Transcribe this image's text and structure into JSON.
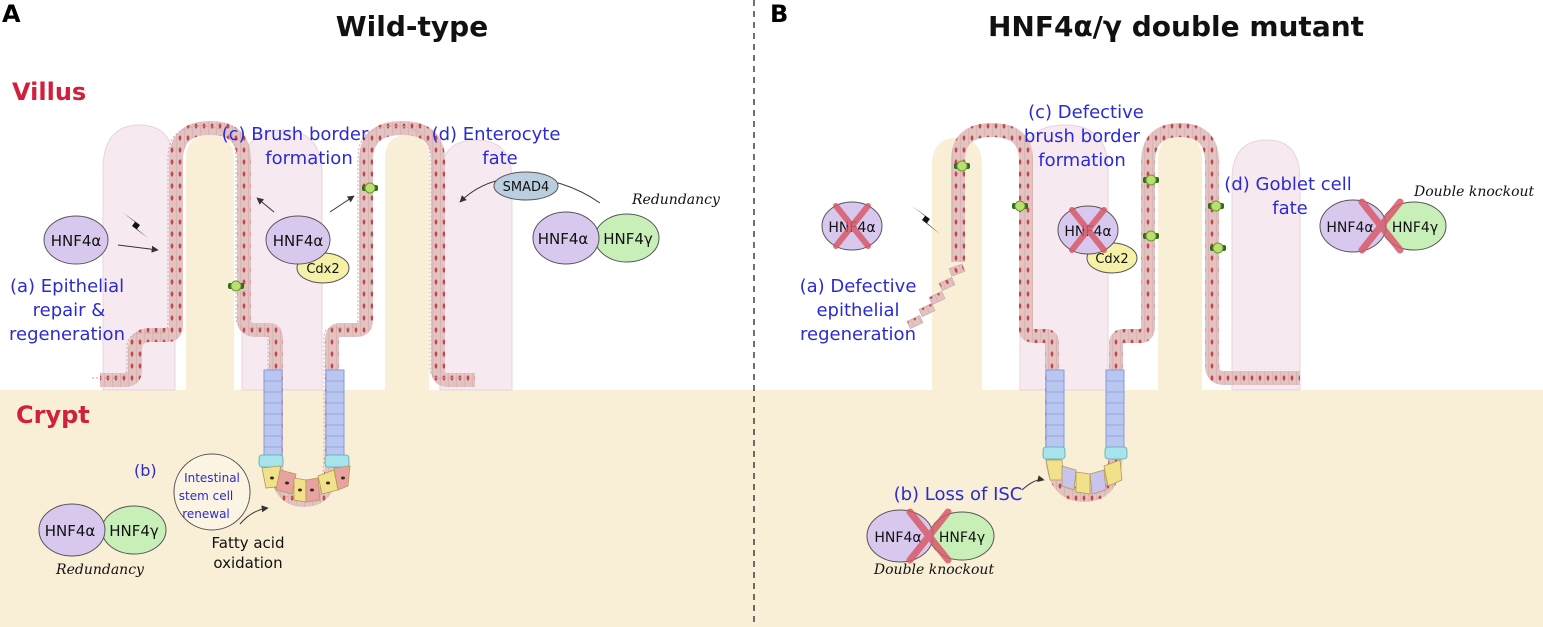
{
  "colors": {
    "crypt_bg": "#f9efd6",
    "villus_bg": "#f7e9f0",
    "epithelium": "#d9b5b2",
    "nuclei": "#c8474f",
    "label_blue": "#2b2bd1",
    "label_red": "#d21f3c",
    "hnf4a_fill": "#d8c8ee",
    "hnf4g_fill": "#c9efb8",
    "cdx2_fill": "#f5f1a8",
    "smad4_fill": "#b9cfe0",
    "knockout_cross": "#d75a6a"
  },
  "panel_a": {
    "letter": "A",
    "title": "Wild-type",
    "region_villus": "Villus",
    "region_crypt": "Crypt",
    "protein_hnf4a_alone": "HNF4α",
    "label_a": [
      "(a) Epithelial",
      "repair &",
      "regeneration"
    ],
    "label_c": [
      "(c) Brush border",
      "formation"
    ],
    "protein_hnf4a_center": "HNF4α",
    "protein_cdx2": "Cdx2",
    "label_d": [
      "(d) Enterocyte",
      "fate"
    ],
    "protein_smad4": "SMAD4",
    "redundancy_top": "Redundancy",
    "pair_top_a": "HNF4α",
    "pair_top_g": "HNF4γ",
    "label_b": "(b)",
    "stem_cell_text": [
      "Intestinal",
      "stem cell",
      "renewal"
    ],
    "fatty_acid": [
      "Fatty acid",
      "oxidation"
    ],
    "pair_bottom_a": "HNF4α",
    "pair_bottom_g": "HNF4γ",
    "redundancy_bottom": "Redundancy"
  },
  "panel_b": {
    "letter": "B",
    "title": "HNF4α/γ double mutant",
    "protein_hnf4a_ko": "HNF4α",
    "label_a": [
      "(a) Defective",
      "epithelial",
      "regeneration"
    ],
    "label_c": [
      "(c) Defective",
      "brush border",
      "formation"
    ],
    "protein_hnf4a_center_ko": "HNF4α",
    "protein_cdx2": "Cdx2",
    "label_d": [
      "(d) Goblet cell",
      "fate"
    ],
    "double_knockout_top": "Double knockout",
    "pair_top_a": "HNF4α",
    "pair_top_g": "HNF4γ",
    "label_b": "(b) Loss of ISC",
    "pair_bottom_a": "HNF4α",
    "pair_bottom_g": "HNF4γ",
    "double_knockout_bottom": "Double knockout"
  }
}
